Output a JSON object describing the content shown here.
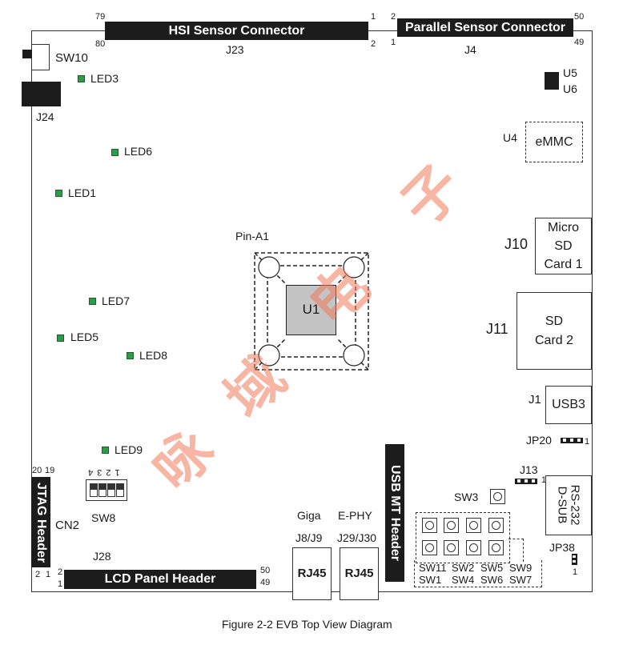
{
  "connectors": {
    "hsi_label": "HSI Sensor Connector",
    "hsi_ref": "J23",
    "hsi_pin_tl": "79",
    "hsi_pin_bl": "80",
    "hsi_pin_tr": "1",
    "hsi_pin_br": "2",
    "parallel_label": "Parallel Sensor Connector",
    "parallel_ref": "J4",
    "par_pin_tl": "2",
    "par_pin_bl": "1",
    "par_pin_tr": "50",
    "par_pin_br": "49",
    "lcd_label": "LCD Panel Header",
    "lcd_ref": "J28",
    "lcd_pin_tl": "2",
    "lcd_pin_bl": "1",
    "lcd_pin_tr": "50",
    "lcd_pin_br": "49",
    "jtag_label": "JTAG Header",
    "jtag_ref": "CN2",
    "jtag_pin_tl": "20",
    "jtag_pin_tr": "19",
    "jtag_pin_bl": "2",
    "jtag_pin_br": "1",
    "usbmt_label": "USB MT Header"
  },
  "components": {
    "sw10": "SW10",
    "j24": "J24",
    "u5": "U5",
    "u6": "U6",
    "u4": "U4",
    "emmc": "eMMC",
    "j10": "J10",
    "micro_sd": [
      "Micro",
      "SD",
      "Card 1"
    ],
    "j11": "J11",
    "sd_card": [
      "SD",
      "Card 2"
    ],
    "j1": "J1",
    "usb3": "USB3",
    "jp20": "JP20",
    "jp20_pin": "1",
    "j13": "J13",
    "j13_pin": "1",
    "rs232": [
      "RS-232",
      "D-SUB"
    ],
    "jp38": "JP38",
    "jp38_pin": "1",
    "sw3": "SW3",
    "sw8": "SW8",
    "sw8_nums": "1 2 3 4",
    "pin_a1": "Pin-A1",
    "u1": "U1",
    "giga": "Giga",
    "ephy": "E-PHY",
    "j8j9": "J8/J9",
    "j29j30": "J29/J30",
    "rj45": "RJ45",
    "sw_top_row": [
      "SW11",
      "SW2",
      "SW5",
      "SW9"
    ],
    "sw_bottom_row": [
      "SW1",
      "SW4",
      "SW6",
      "SW7"
    ]
  },
  "leds": [
    "LED3",
    "LED6",
    "LED1",
    "LED7",
    "LED5",
    "LED8",
    "LED9"
  ],
  "caption": "Figure 2-2 EVB Top View Diagram",
  "watermark": [
    "咏",
    "域",
    "电",
    "子"
  ]
}
